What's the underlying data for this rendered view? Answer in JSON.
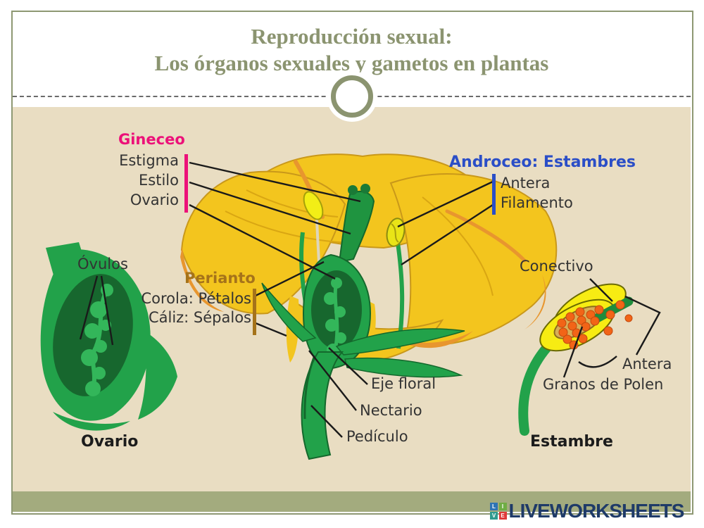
{
  "slide": {
    "title_line1": "Reproducción sexual:",
    "title_line2": "Los órganos sexuales y gametos en plantas"
  },
  "diagram": {
    "gineceo": {
      "title": "Gineceo",
      "items": [
        "Estigma",
        "Estilo",
        "Ovario"
      ]
    },
    "androceo": {
      "title": "Androceo: Estambres",
      "items": [
        "Antera",
        "Filamento"
      ]
    },
    "perianto": {
      "title": "Perianto",
      "items": [
        "Corola: Pétalos",
        "Cáliz: Sépalos"
      ]
    },
    "ovulos": "Óvulos",
    "eje_floral": "Eje floral",
    "nectario": "Nectario",
    "pediculo": "Pedículo",
    "ovario_caption": "Ovario",
    "estambre_caption": "Estambre",
    "conectivo": "Conectivo",
    "antera_right": "Antera",
    "granos_polen": "Granos de Polen"
  },
  "colors": {
    "background_beige": "#e9ddc2",
    "olive_accent": "#8b9470",
    "footer_band": "#a3ab7e",
    "gineceo_magenta": "#ec1179",
    "androceo_blue": "#2b4ec7",
    "perianto_brown": "#a5731a",
    "petal_yellow": "#f3c51e",
    "petal_orange": "#e8962e",
    "plant_green": "#22a24a",
    "plant_dark_green": "#17672e",
    "pollen_orange": "#f26417",
    "logo_navy": "#1e3a68"
  },
  "footer": {
    "logo_text": "LIVEWORKSHEETS",
    "logo_letters": [
      "L",
      "I",
      "V",
      "E"
    ]
  }
}
